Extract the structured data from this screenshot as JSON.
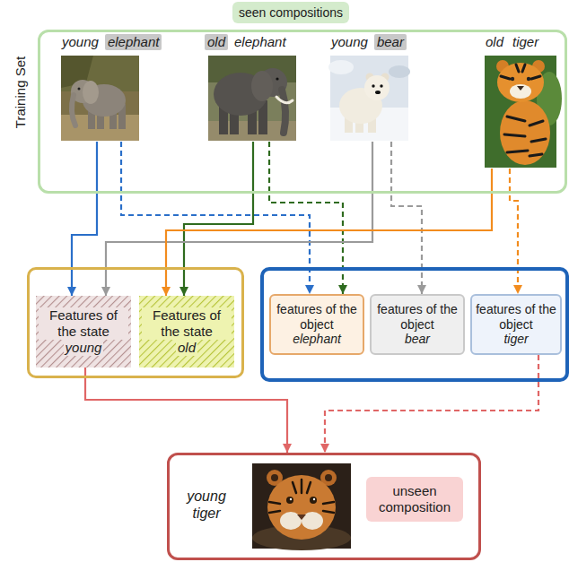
{
  "diagram": {
    "nodes": [
      {
        "text": [
          "seen compositions"
        ]
      },
      {
        "text": [
          "Training Set"
        ]
      },
      {
        "text": [
          "young",
          "elephant"
        ],
        "in": 1
      },
      {
        "text": [
          "old",
          "elephant"
        ],
        "in": 1
      },
      {
        "text": [
          "young",
          "bear"
        ],
        "in": 1
      },
      {
        "text": [
          "old",
          "tiger"
        ],
        "in": 1
      },
      {
        "text": []
      },
      {
        "text": [
          "Features of the state",
          "young"
        ],
        "in": 6
      },
      {
        "text": [
          "Features of the state",
          "old"
        ],
        "in": 6
      },
      {
        "text": []
      },
      {
        "text": [
          "features of the object",
          "elephant"
        ],
        "in": 9
      },
      {
        "text": [
          "features of the object",
          "bear"
        ],
        "in": 9
      },
      {
        "text": [
          "features of the object",
          "tiger"
        ],
        "in": 9
      },
      {
        "text": [
          "young tiger"
        ]
      },
      {
        "text": [
          "unseen composition"
        ],
        "in": 13
      }
    ],
    "edges": [
      {
        "from": 2,
        "to": 7,
        "arrow": "to"
      },
      {
        "from": 2,
        "to": 10,
        "arrow": "to"
      },
      {
        "from": 3,
        "to": 8,
        "arrow": "to"
      },
      {
        "from": 3,
        "to": 10,
        "arrow": "to"
      },
      {
        "from": 4,
        "to": 7,
        "arrow": "to"
      },
      {
        "from": 4,
        "to": 11,
        "arrow": "to"
      },
      {
        "from": 5,
        "to": 8,
        "arrow": "to"
      },
      {
        "from": 5,
        "to": 12,
        "arrow": "to"
      },
      {
        "from": 7,
        "to": 13,
        "arrow": "to"
      },
      {
        "from": 12,
        "to": 13,
        "arrow": "to"
      }
    ]
  }
}
